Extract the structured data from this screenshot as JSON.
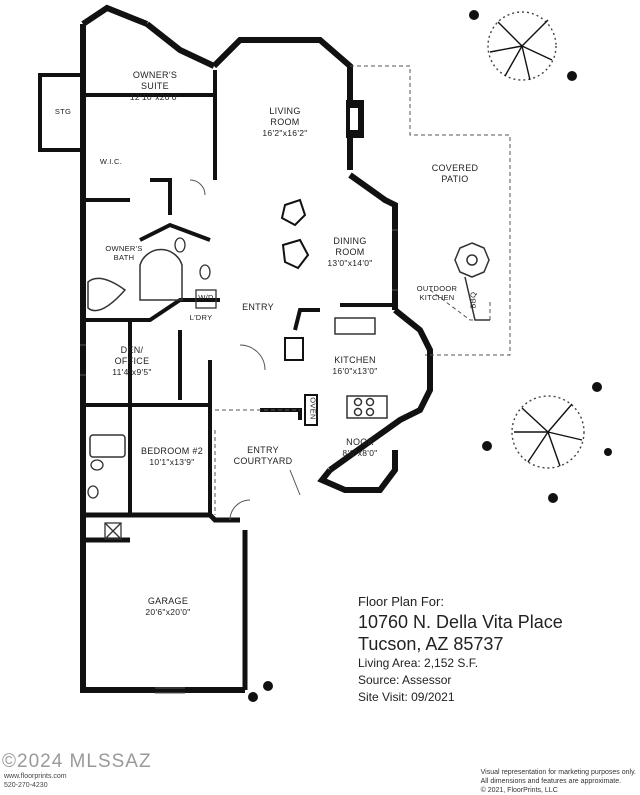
{
  "rooms": {
    "owners_suite": {
      "name": "OWNER'S SUITE",
      "line1": "OWNER'S",
      "line2": "SUITE",
      "dim": "12'10\"x20'0\""
    },
    "stg": {
      "name": "STG"
    },
    "wic": {
      "name": "W.I.C."
    },
    "owners_bath": {
      "line1": "OWNER'S",
      "line2": "BATH"
    },
    "living": {
      "line1": "LIVING",
      "line2": "ROOM",
      "dim": "16'2\"x16'2\""
    },
    "covered_patio": {
      "line1": "COVERED",
      "line2": "PATIO"
    },
    "dining": {
      "line1": "DINING",
      "line2": "ROOM",
      "dim": "13'0\"x14'0\""
    },
    "outdoor_kitchen": {
      "line1": "OUTDOOR",
      "line2": "KITCHEN"
    },
    "bbq": {
      "name": "BBQ"
    },
    "wd": {
      "name": "W/D"
    },
    "ldry": {
      "name": "L'DRY"
    },
    "entry": {
      "name": "ENTRY"
    },
    "den": {
      "line1": "DEN/",
      "line2": "OFFICE",
      "dim": "11'4\"x9'5\""
    },
    "kitchen": {
      "name": "KITCHEN",
      "dim": "16'0\"x13'0\""
    },
    "oven": {
      "name": "OVEN"
    },
    "bedroom2": {
      "name": "BEDROOM #2",
      "dim": "10'1\"x13'9\""
    },
    "entry_courtyard": {
      "line1": "ENTRY",
      "line2": "COURTYARD"
    },
    "nook": {
      "name": "NOOK",
      "dim": "8'6\"x8'0\""
    },
    "garage": {
      "name": "GARAGE",
      "dim": "20'6\"x20'0\""
    }
  },
  "info": {
    "heading": "Floor Plan For:",
    "address_line1": "10760 N. Della Vita Place",
    "address_line2": "Tucson, AZ  85737",
    "living_area": "Living Area:  2,152 S.F.",
    "source": "Source:  Assessor",
    "site_visit": "Site Visit:  09/2021"
  },
  "disclaimer": {
    "line1": "Visual representation for marketing purposes only.",
    "line2": "All dimensions and features are approximate.",
    "line3": "© 2021, FloorPrints, LLC"
  },
  "watermark": "©2024 MLSSAZ",
  "brand": {
    "site": "www.floorprints.com",
    "phone": "520-270-4230"
  },
  "colors": {
    "wall": "#111111",
    "line": "#333333",
    "dashed": "#555555"
  }
}
